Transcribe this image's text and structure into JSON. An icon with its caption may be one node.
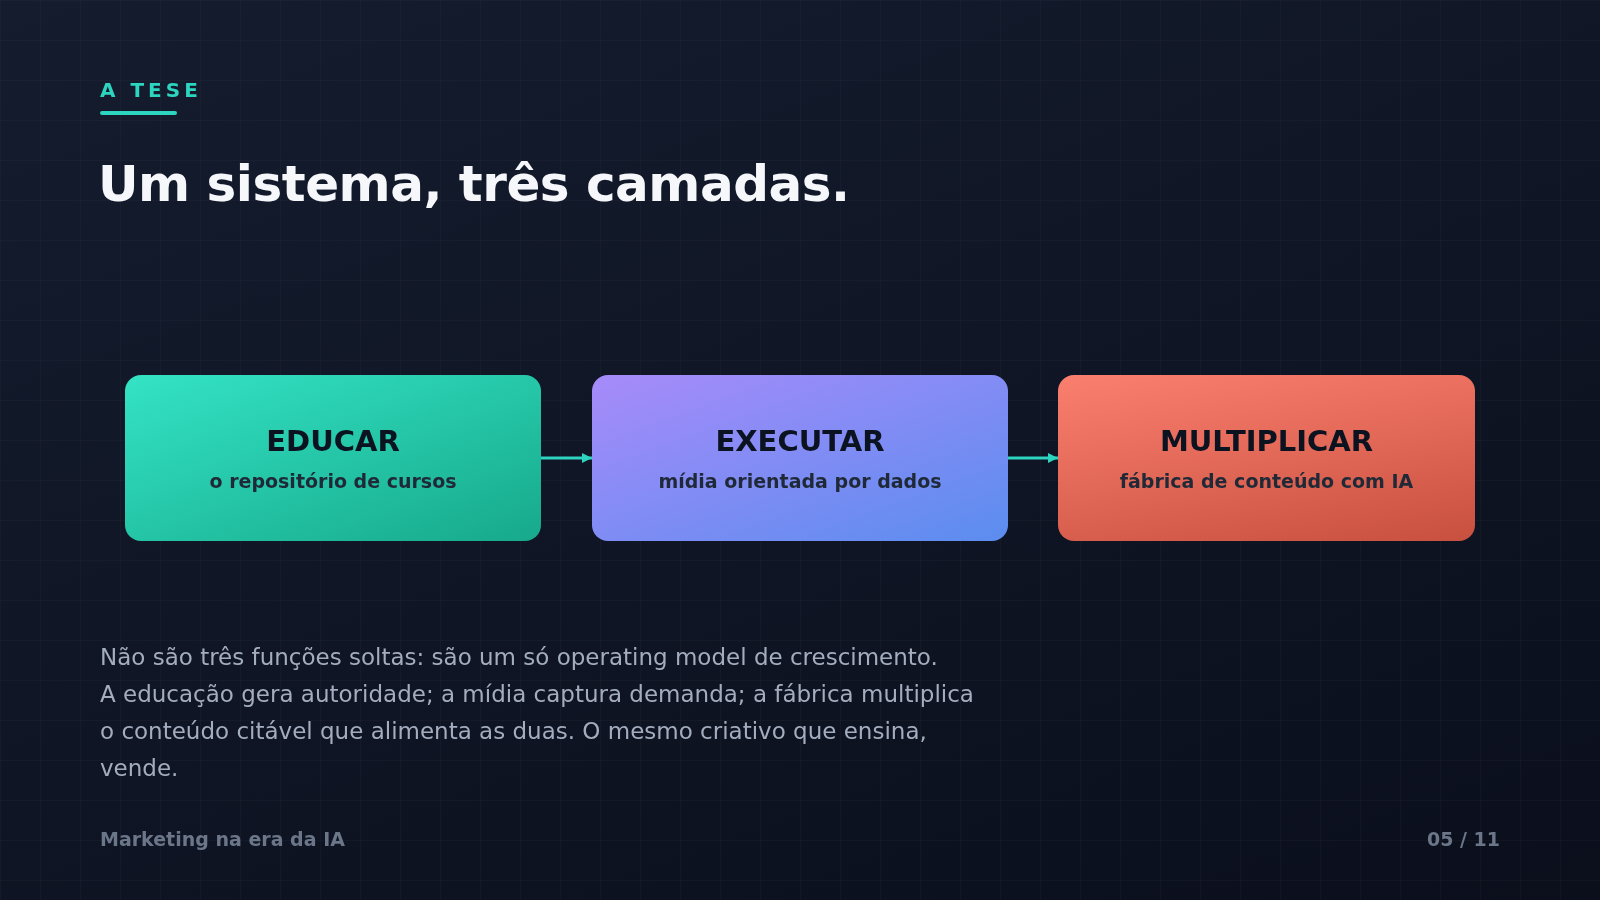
{
  "diagram": {
    "title": "Um sistema, três camadas.",
    "nodes": [
      {
        "text": [
          "EDUCAR",
          "o repositório de cursos"
        ]
      },
      {
        "text": [
          "EXECUTAR",
          "mídia orientada por dados"
        ]
      },
      {
        "text": [
          "MULTIPLICAR",
          "fábrica de conteúdo com IA"
        ]
      }
    ],
    "edges": [
      {
        "from": 0,
        "to": 1,
        "arrow": "to"
      },
      {
        "from": 1,
        "to": 2,
        "arrow": "to"
      }
    ],
    "labels": [
      "A TESE",
      "Não são três funções soltas: são um só operating model de crescimento.",
      "A educação gera autoridade; a mídia captura demanda; a fábrica multiplica o conteúdo citável que alimenta as duas. O mesmo criativo que ensina, vende.",
      "Marketing na era da IA",
      "05 / 11"
    ]
  }
}
